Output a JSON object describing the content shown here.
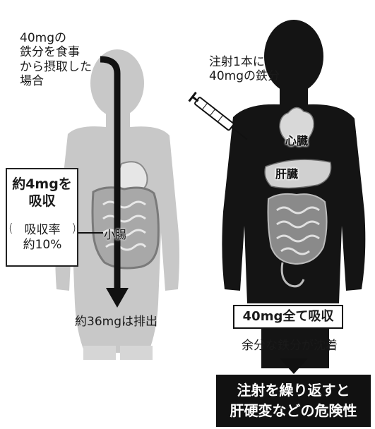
{
  "left_panel": {
    "intake_text": "40mgの\n鉄分を食事\nから摂取した\n場合",
    "absorb_title": "約4mgを\n吸収",
    "absorb_rate": "吸収率\n約10%",
    "intestine_label": "小腸",
    "excreted_text": "約36mgは排出"
  },
  "right_panel": {
    "injection_text": "注射1本に\n40mgの鉄分",
    "heart_label": "心臓",
    "liver_label": "肝臓",
    "all_absorbed": "40mg全て吸収",
    "deposit_text": "余分な鉄分が沈着",
    "warning_text": "注射を繰り返すと\n肝硬変などの危険性"
  },
  "colors": {
    "body_light": "#c8c8c8",
    "body_dark": "#141414",
    "intestine": "#8a8a8a",
    "arrow": "#111111",
    "warning_bg": "#111111"
  },
  "icons": [
    "syringe-icon",
    "down-arrow-icon"
  ]
}
